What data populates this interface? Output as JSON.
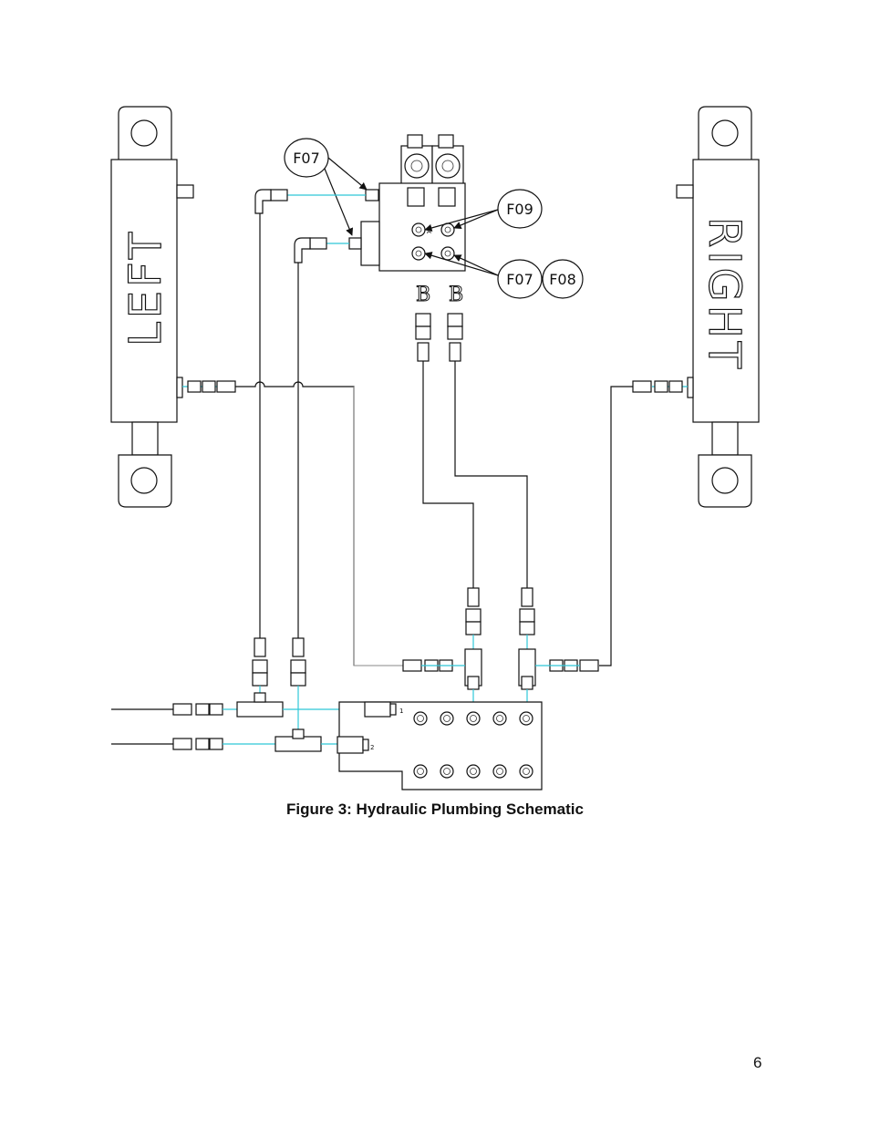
{
  "diagram": {
    "cylinders": {
      "left": {
        "label": "LEFT"
      },
      "right": {
        "label": "RIGHT"
      }
    },
    "callouts": {
      "f07_top": "F07",
      "f09": "F09",
      "f07_bottom": "F07",
      "f08": "F08"
    },
    "valve_ports": {
      "a": "A",
      "b_left": "B",
      "b_right": "B"
    },
    "manifold_ports": {
      "p1": "1",
      "p2": "2"
    }
  },
  "caption": "Figure 3: Hydraulic Plumbing Schematic",
  "page_number": "6"
}
